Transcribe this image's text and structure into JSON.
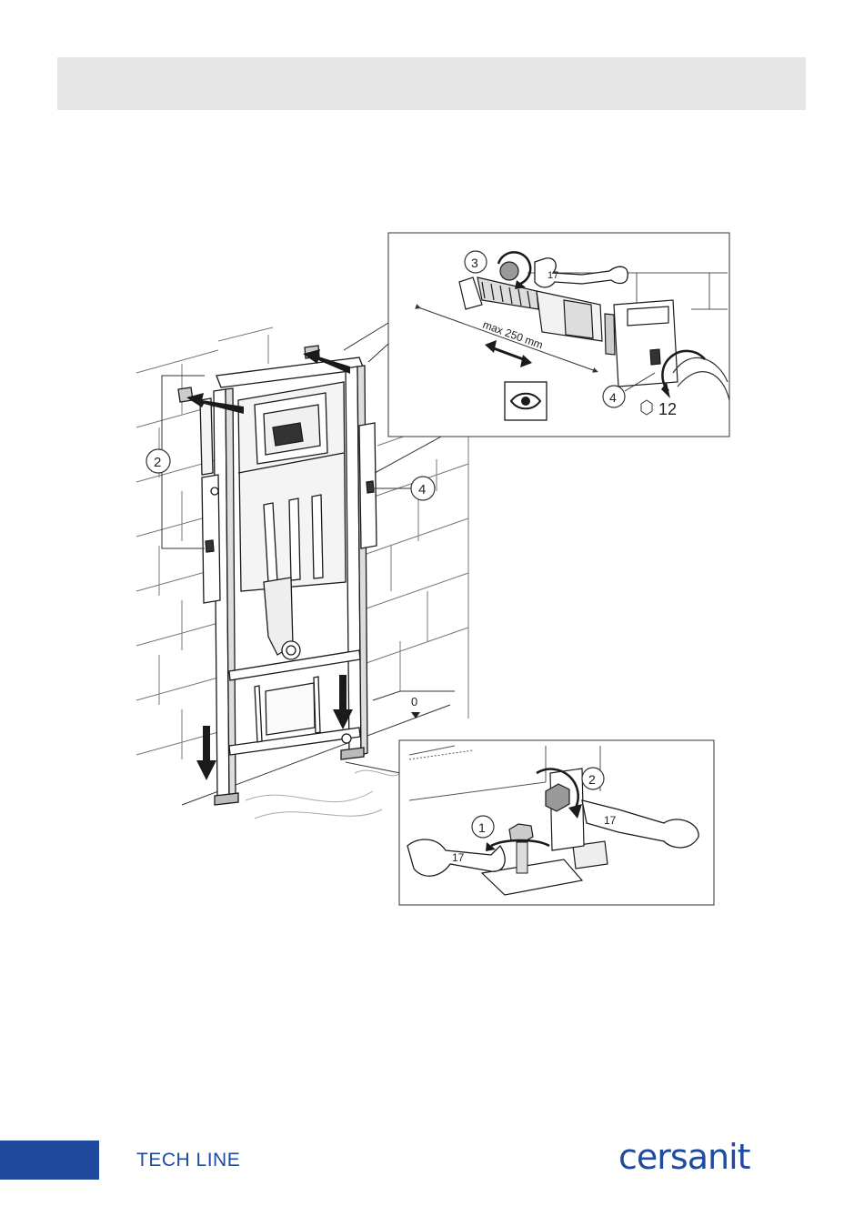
{
  "header": {
    "title": ""
  },
  "main_figure": {
    "callouts": {
      "left_bracket": "2",
      "side_bracket": "4",
      "floor_level": "0"
    }
  },
  "detail_top": {
    "step": "3",
    "wrench_size": "17",
    "max_label": "max 250 mm",
    "callout": "4",
    "hex_size": "12",
    "icons": [
      "eye-icon",
      "wrench-icon",
      "hex-icon"
    ]
  },
  "detail_bottom": {
    "step_1": "1",
    "step_2": "2",
    "wrench_size_1": "17",
    "wrench_size_2": "17"
  },
  "footer": {
    "series_bold": "TECH",
    "series_thin": "LINE",
    "brand": "cersanit"
  },
  "colors": {
    "brand_blue": "#1f4a9e",
    "header_gray": "#e5e5e5",
    "line": "#1a1a1a"
  }
}
